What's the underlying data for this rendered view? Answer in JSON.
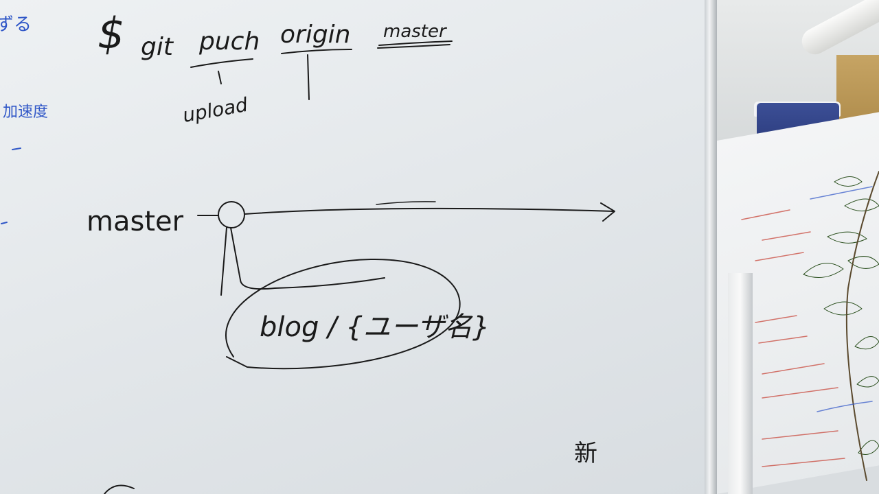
{
  "whiteboard": {
    "command": {
      "dollar": "$",
      "git": "git",
      "push": "puch",
      "origin": "origin",
      "branch": "master"
    },
    "upload_label": "upload",
    "diagram": {
      "branch_label": "master",
      "bubble_text": "blog / {ユーザ名}"
    },
    "corner_note": "新"
  },
  "margin_notes": {
    "top_left": "ずる",
    "left_mid": "加速度"
  },
  "colors": {
    "marker_black": "#1a1a1a",
    "marker_blue": "#2f56c7",
    "marker_red": "#c8473b"
  }
}
